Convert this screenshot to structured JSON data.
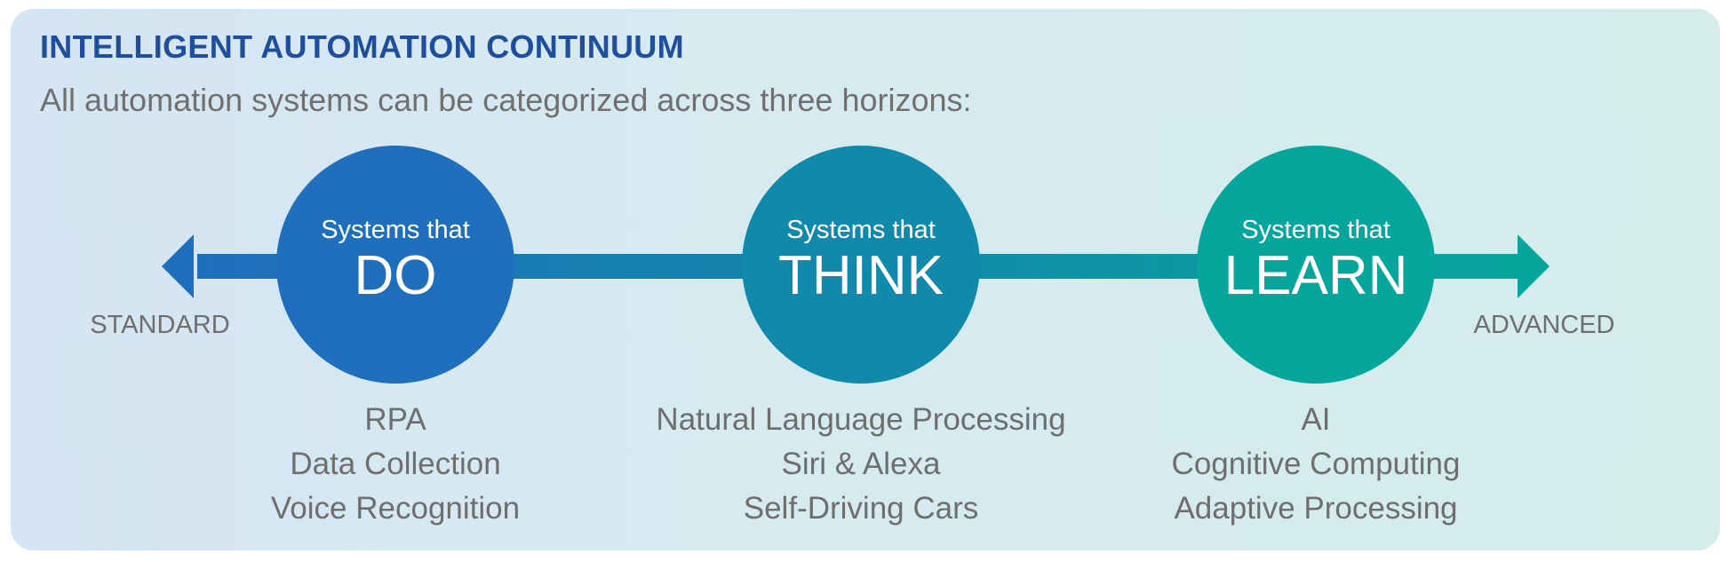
{
  "title": "INTELLIGENT AUTOMATION CONTINUUM",
  "subtitle": "All automation systems can be categorized across three horizons:",
  "left_label": "STANDARD",
  "right_label": "ADVANCED",
  "colors": {
    "do": "#1f6fbd",
    "think": "#1189aa",
    "learn": "#07a69c",
    "title": "#1f4e9c",
    "text": "#6e6e6e"
  },
  "horizons": [
    {
      "prefix": "Systems that",
      "name": "DO",
      "examples": [
        "RPA",
        "Data Collection",
        "Voice Recognition"
      ]
    },
    {
      "prefix": "Systems that",
      "name": "THINK",
      "examples": [
        "Natural Language Processing",
        "Siri & Alexa",
        "Self-Driving Cars"
      ]
    },
    {
      "prefix": "Systems that",
      "name": "LEARN",
      "examples": [
        "AI",
        "Cognitive Computing",
        "Adaptive Processing"
      ]
    }
  ]
}
